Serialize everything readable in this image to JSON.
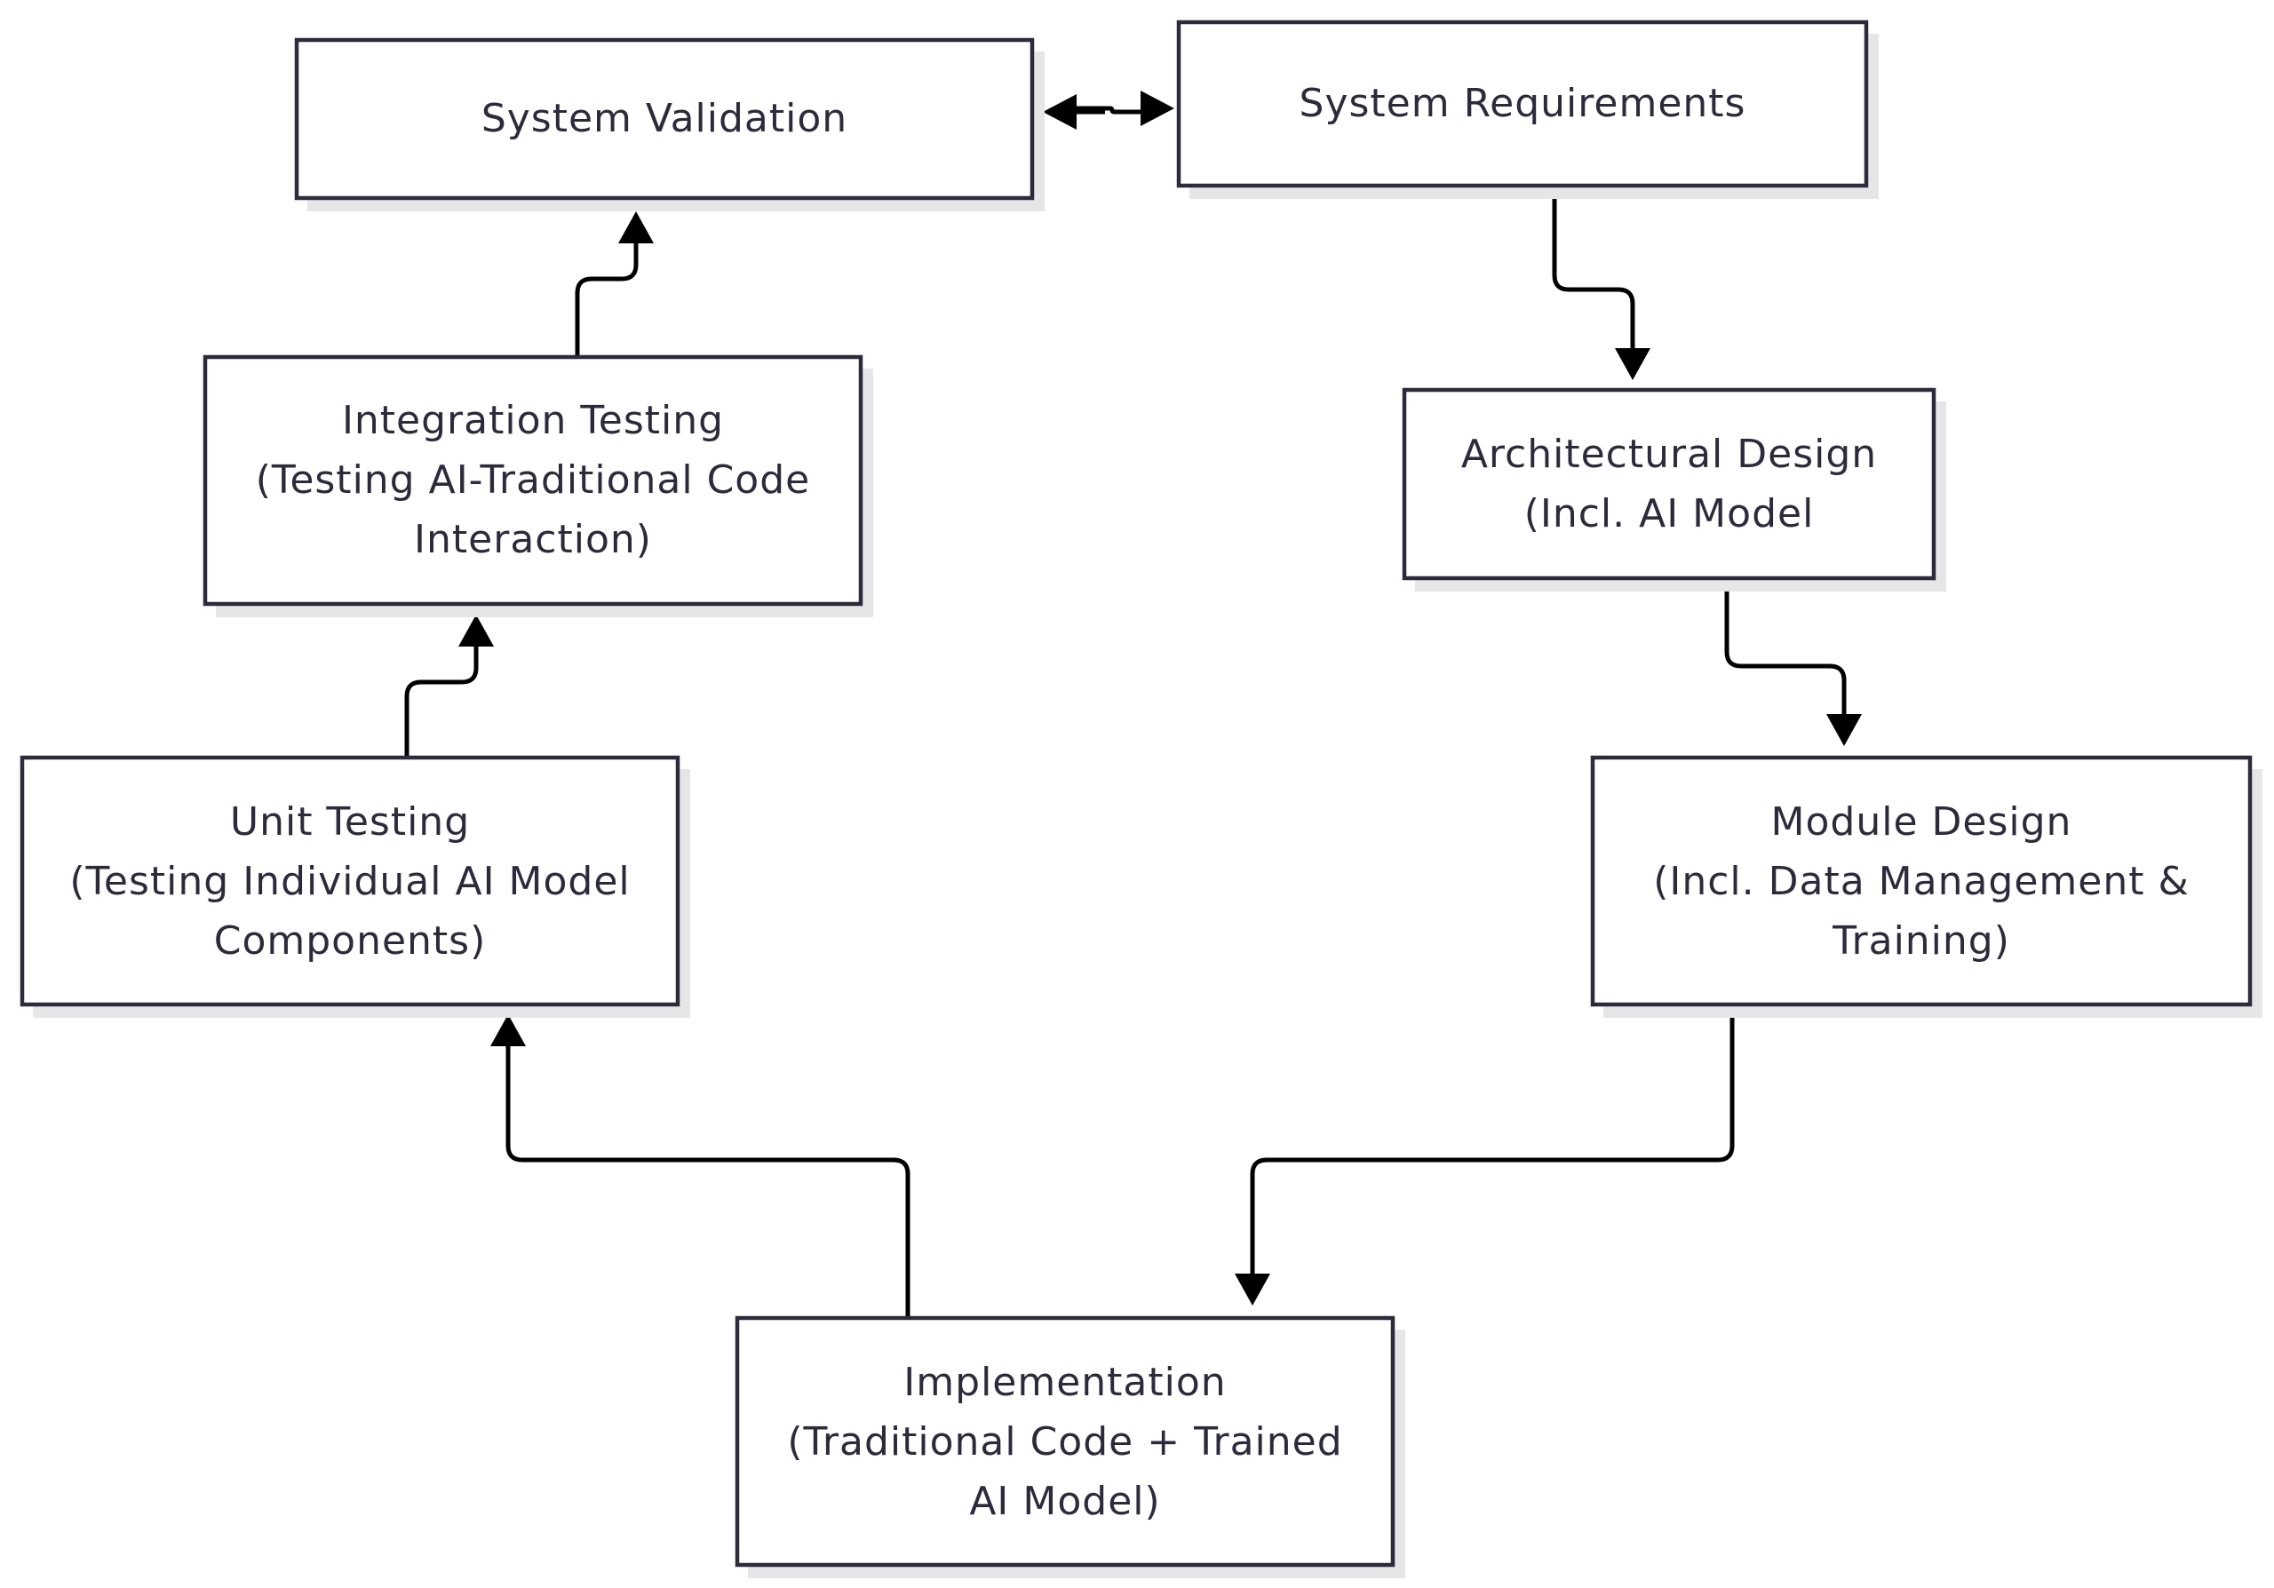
{
  "nodes": [
    {
      "id": "system-validation",
      "lines": [
        "System Validation"
      ]
    },
    {
      "id": "system-requirements",
      "lines": [
        "System Requirements"
      ]
    },
    {
      "id": "integration-testing",
      "lines": [
        "Integration Testing",
        "(Testing AI-Traditional Code",
        "Interaction)"
      ]
    },
    {
      "id": "architectural-design",
      "lines": [
        "Architectural Design",
        "(Incl. AI Model"
      ]
    },
    {
      "id": "unit-testing",
      "lines": [
        "Unit Testing",
        "(Testing Individual AI Model",
        "Components)"
      ]
    },
    {
      "id": "module-design",
      "lines": [
        "Module Design",
        "(Incl. Data Management &",
        "Training)"
      ]
    },
    {
      "id": "implementation",
      "lines": [
        "Implementation",
        "(Traditional Code + Trained",
        "AI Model)"
      ]
    }
  ],
  "edges": [
    {
      "from": "system-requirements",
      "to": "system-validation",
      "bidirectional": true
    },
    {
      "from": "system-requirements",
      "to": "architectural-design"
    },
    {
      "from": "architectural-design",
      "to": "module-design"
    },
    {
      "from": "module-design",
      "to": "implementation"
    },
    {
      "from": "implementation",
      "to": "unit-testing"
    },
    {
      "from": "unit-testing",
      "to": "integration-testing"
    },
    {
      "from": "integration-testing",
      "to": "system-validation"
    }
  ],
  "colors": {
    "stroke": "#2b2b3c",
    "text": "#2b2b3c",
    "arrow": "#000000",
    "shadow": "#e6e6e6",
    "background": "#ffffff"
  }
}
